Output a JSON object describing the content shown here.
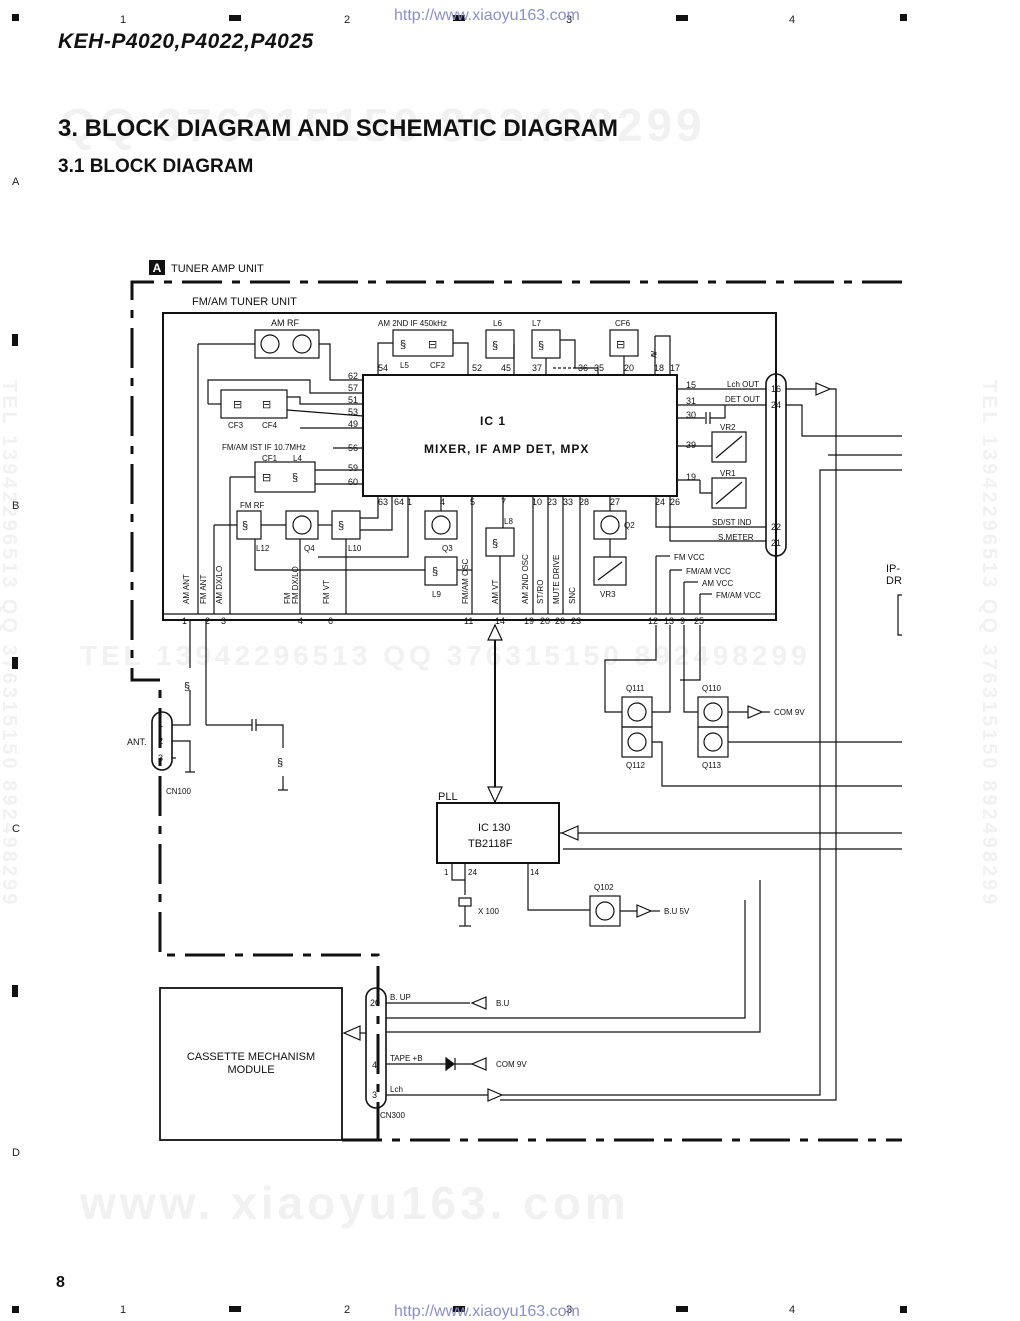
{
  "header": {
    "model": "KEH-P4020,P4022,P4025",
    "url_top": "http://www.xiaoyu163.com",
    "url_bottom": "http://www.xiaoyu163.com",
    "page_number": "8"
  },
  "titles": {
    "section": "3. BLOCK DIAGRAM AND SCHEMATIC DIAGRAM",
    "subsection": "3.1 BLOCK DIAGRAM"
  },
  "grid": {
    "columns": [
      "1",
      "2",
      "3",
      "4"
    ],
    "rows": [
      "A",
      "B",
      "C",
      "D"
    ]
  },
  "watermarks": {
    "top": "QQ 376315150 892498299",
    "middle": "TEL 13942296513 QQ 376315150 892498299",
    "bottom": "www. xiaoyu163. com",
    "side": "TEL 13942296513 QQ 376315150 892498299"
  },
  "diagram": {
    "units": {
      "tuner_amp_badge": "A",
      "tuner_amp": "TUNER AMP UNIT",
      "fm_am_tuner": "FM/AM TUNER UNIT"
    },
    "ic1": {
      "name": "IC 1",
      "function": "MIXER, IF AMP DET, MPX"
    },
    "ic130": {
      "group": "PLL",
      "name": "IC 130",
      "part": "TB2118F"
    },
    "cassette": {
      "line1": "CASSETTE MECHANISM",
      "line2": "MODULE"
    },
    "components": {
      "am_rf": "AM RF",
      "am_2nd_if": "AM 2ND IF 450kHz",
      "l5": "L5",
      "cf2": "CF2",
      "l6": "L6",
      "l7": "L7",
      "cf6": "CF6",
      "cf3": "CF3",
      "cf4": "CF4",
      "fm_am_1st_if": "FM/AM IST IF 10.7MHz",
      "cf1": "CF1",
      "l4": "L4",
      "fm_rf": "FM RF",
      "l12": "L12",
      "q4": "Q4",
      "l10": "L10",
      "q3": "Q3",
      "l9": "L9",
      "l8": "L8",
      "q2": "Q2",
      "vr3": "VR3",
      "vr2": "VR2",
      "vr1": "VR1",
      "q111": "Q111",
      "q112": "Q112",
      "q110": "Q110",
      "q113": "Q113",
      "q102": "Q102",
      "x100": "X 100",
      "ant": "ANT.",
      "cn100": "CN100",
      "cn300": "CN300",
      "ipdr_1": "IP-",
      "ipdr_2": "DR"
    },
    "signals": {
      "lch_out": "Lch OUT",
      "det_out": "DET OUT",
      "sd_st_ind": "SD/ST IND",
      "s_meter": "S.METER",
      "fm_vcc": "FM VCC",
      "fm_am_vcc_1": "FM/AM VCC",
      "am_vcc": "AM VCC",
      "fm_am_vcc_2": "FM/AM VCC",
      "com_9v_1": "COM 9V",
      "bu_5v": "B.U 5V",
      "b_up": "B. UP",
      "b_u": "B.U",
      "tape_b": "TAPE +B",
      "com_9v_2": "COM 9V",
      "lch": "Lch"
    },
    "bottom_labels": {
      "am_ant": "AM ANT",
      "fm_ant": "FM ANT",
      "am_dx_lo": "AM DX/LO",
      "fm_dx_lo": "FM DX/LO",
      "fm_vt": "FM VT",
      "fm_am_osc": "FM/AM OSC",
      "am_vt": "AM VT",
      "am_2nd_osc": "AM 2ND OSC",
      "st_ro": "ST/RO",
      "mute_drive": "MUTE DRIVE",
      "snc": "SNC"
    },
    "pins": {
      "ic1_top": [
        "54",
        "52",
        "45",
        "37",
        "36",
        "35",
        "20",
        "18",
        "17"
      ],
      "ic1_left": [
        "62",
        "57",
        "51",
        "53",
        "49",
        "56",
        "59",
        "60"
      ],
      "ic1_right": [
        "15",
        "31",
        "30",
        "39",
        "19"
      ],
      "ic1_bottom": [
        "63",
        "64",
        "1",
        "4",
        "5",
        "7",
        "10",
        "23",
        "33",
        "28",
        "27",
        "24",
        "26"
      ],
      "connector_right": [
        "16",
        "24",
        "22",
        "21"
      ],
      "bus_bottom": [
        "1",
        "2",
        "3",
        "4",
        "6",
        "11",
        "14",
        "19",
        "20",
        "26",
        "23",
        "12",
        "13",
        "9",
        "25"
      ],
      "cn100": [
        "1",
        "2",
        "3"
      ],
      "ic130": [
        "1",
        "24",
        "14"
      ],
      "cn300": [
        "20",
        "4",
        "3"
      ]
    }
  }
}
